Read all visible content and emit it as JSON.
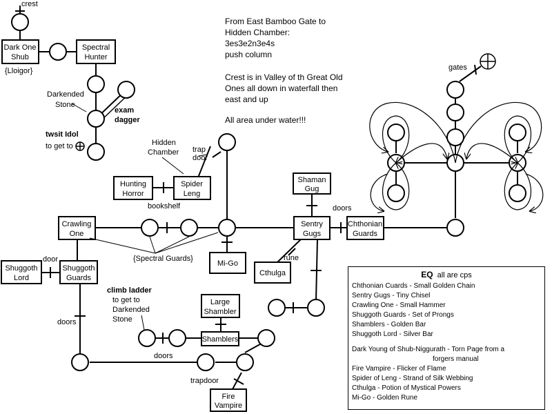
{
  "notes": {
    "heading_1": "From East Bamboo Gate to",
    "heading_2": "Hidden Chamber:",
    "code": "3es3e2n3e4s",
    "action": "push column",
    "crest_1": "Crest is in Valley of th Great Old",
    "crest_2": "Ones all down in waterfall then",
    "crest_3": "east and up",
    "water": "All area under water!!!"
  },
  "rooms": {
    "dark_one_shub_1": "Dark One",
    "dark_one_shub_2": "Shub",
    "spectral_hunter_1": "Spectral",
    "spectral_hunter_2": "Hunter",
    "hunting_horror_1": "Hunting",
    "hunting_horror_2": "Horror",
    "spider_leng_1": "Spider",
    "spider_leng_2": "Leng",
    "shaman_gug_1": "Shaman",
    "shaman_gug_2": "Gug",
    "crawling_one_1": "Crawling",
    "crawling_one_2": "One",
    "sentry_gugs_1": "Sentry",
    "sentry_gugs_2": "Gugs",
    "chthonian_guards_1": "Chthonian",
    "chthonian_guards_2": "Guards",
    "mi_go": "Mi-Go",
    "cthulga": "Cthulga",
    "shuggoth_lord_1": "Shuggoth",
    "shuggoth_lord_2": "Lord",
    "shuggoth_guards_1": "Shuggoth",
    "shuggoth_guards_2": "Guards",
    "large_shambler_1": "Large",
    "large_shambler_2": "Shambler",
    "shamblers": "Shamblers",
    "fire_vampire_1": "Fire",
    "fire_vampire_2": "Vampire"
  },
  "labels": {
    "crest": "crest",
    "lloigor": "{Lloigor}",
    "darkended_stone_1": "Darkended",
    "darkended_stone_2": "Stone",
    "exam_dagger_1": "exam",
    "exam_dagger_2": "dagger",
    "twsit_idol": "twsit Idol",
    "to_get_to": "to get to",
    "hidden_chamber_1": "Hidden",
    "hidden_chamber_2": "Chamber",
    "trap_door_1": "trap",
    "trap_door_2": "door",
    "bookshelf": "bookshelf",
    "doors_chthonian": "doors",
    "rune": "rune",
    "spectral_guards": "{Spectral Guards}",
    "door_shuggoth": "door",
    "climb_ladder": "climb ladder",
    "climb_to_get_to": "to get to",
    "climb_darkended": "Darkended",
    "climb_stone": "Stone",
    "doors_left": "doors",
    "doors_bottom": "doors",
    "trapdoor_bottom": "trapdoor",
    "gates": "gates"
  },
  "eq": {
    "title": "EQ",
    "subtitle": "all are cps",
    "items": [
      "Chthonian Cuards - Small Golden Chain",
      "Sentry Gugs - Tiny Chisel",
      "Crawling One - Small Hammer",
      "Shuggoth Guards - Set of Prongs",
      "Shamblers - Golden Bar",
      "Shuggoth Lord - Silver Bar"
    ],
    "items2": [
      "Dark Young of Shub-Niggurath - Torn Page from a",
      "forgers manual",
      "Fire Vampire - Flicker of Flame",
      "Spider of Leng - Strand of Silk Webbing",
      "Cthulga - Potion of Mystical Powers",
      "Mi-Go - Golden Rune"
    ]
  }
}
